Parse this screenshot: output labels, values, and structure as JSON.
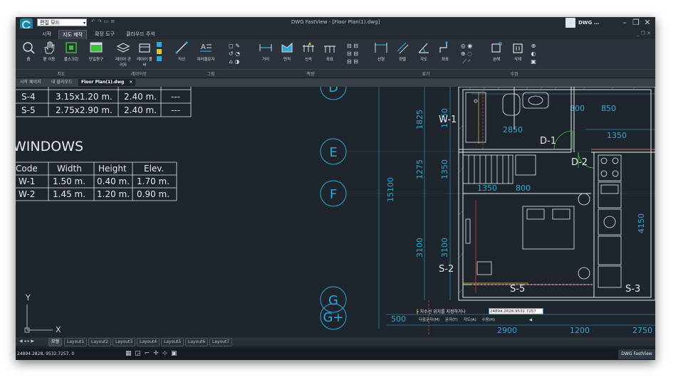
{
  "titlebar": {
    "mode": "편집 모드",
    "window_title": "DWG FastView - [Floor Plan(1).dwg]",
    "user": "DWG ..."
  },
  "menu_tabs": [
    {
      "label": "시작"
    },
    {
      "label": "지도 제작",
      "active": true
    },
    {
      "label": "확장 도구"
    },
    {
      "label": "클라우드 주석"
    }
  ],
  "ribbon": {
    "tools": [
      {
        "label": "줌",
        "icon": "zoom-icon"
      },
      {
        "label": "팬 이동",
        "icon": "pan-hand-icon"
      },
      {
        "label": "풀스크린",
        "icon": "fullscreen-icon"
      },
      {
        "label": "단일창구",
        "icon": "single-window-icon"
      },
      {
        "label": "레이어 관리자",
        "icon": "layer-manager-icon"
      },
      {
        "label": "레이어 툴바",
        "icon": "layer-toolbar-icon"
      },
      {
        "label": "직선",
        "icon": "line-icon"
      },
      {
        "label": "여러줄문자",
        "icon": "mtext-icon"
      },
      {
        "label": "거리",
        "icon": "distance-icon"
      },
      {
        "label": "면적",
        "icon": "area-icon"
      },
      {
        "label": "신속",
        "icon": "quick-dim-icon"
      },
      {
        "label": "좌표",
        "icon": "coordinate-icon"
      },
      {
        "label": "선형",
        "icon": "linear-dim-icon"
      },
      {
        "label": "정렬",
        "icon": "aligned-dim-icon"
      },
      {
        "label": "각도",
        "icon": "angle-dim-icon"
      },
      {
        "label": "좌표",
        "icon": "ordinate-dim-icon"
      },
      {
        "label": "분해",
        "icon": "explode-icon"
      },
      {
        "label": "삭제",
        "icon": "erase-icon"
      }
    ],
    "groups": [
      {
        "label": "지도"
      },
      {
        "label": "레이어로"
      },
      {
        "label": "그림"
      },
      {
        "label": "측량"
      },
      {
        "label": "표기"
      },
      {
        "label": "수정"
      }
    ]
  },
  "doc_tabs": [
    {
      "label": "시작 페이지"
    },
    {
      "label": "내 클라우드"
    },
    {
      "label": "Floor Plan(1).dwg",
      "active": true
    }
  ],
  "drawing": {
    "schedule_rows": [
      {
        "code": "S-4",
        "size": "3.15x1.20 m.",
        "h": "2.40 m.",
        "e": "---"
      },
      {
        "code": "S-5",
        "size": "2.75x2.90 m.",
        "h": "2.40 m.",
        "e": "---"
      }
    ],
    "windows_title": "WINDOWS",
    "windows_header": [
      "Code",
      "Width",
      "Height",
      "Elev."
    ],
    "windows_rows": [
      [
        "W-1",
        "1.50 m.",
        "0.40 m.",
        "1.70 m."
      ],
      [
        "W-2",
        "1.45 m.",
        "1.20 m.",
        "0.90 m."
      ]
    ],
    "grid_bubbles": [
      "D",
      "E",
      "F",
      "G",
      "G+"
    ],
    "dims": {
      "d1825": "1825",
      "d1750": "1750",
      "d1275": "1275",
      "d1350v": "1350",
      "d15100": "15100",
      "d3100a": "3100",
      "d3100b": "3100",
      "d500": "500",
      "d800": "800",
      "d850": "850",
      "d2850": "2850",
      "d1350h": "1350",
      "d1350c": "1350",
      "d800b": "800",
      "d4150": "4150",
      "d2900": "2900",
      "d1200": "1200",
      "d2750": "2750"
    },
    "labels": {
      "w1": "W-1",
      "d1": "D-1",
      "d2": "D-2",
      "s2": "S-2",
      "s5": "S-5",
      "s3": "S-3"
    },
    "ucs": {
      "x": "X",
      "y": "Y"
    }
  },
  "command": {
    "prompt": "치수선 위치를 지정하거나",
    "value": "24894.2828,9532.7257",
    "options": [
      "다중문자(M)",
      "문자(T)",
      "각도(A)",
      "수평(H)"
    ]
  },
  "layout_tabs": [
    {
      "label": "모형",
      "active": true
    },
    {
      "label": "Layout1"
    },
    {
      "label": "Layout2"
    },
    {
      "label": "Layout3"
    },
    {
      "label": "Layout4"
    },
    {
      "label": "Layout5"
    },
    {
      "label": "Layout6"
    },
    {
      "label": "Layout7"
    }
  ],
  "status": {
    "coordinates": "24894.2828, 9532.7257, 0",
    "brand": "DWG FastView"
  },
  "colors": {
    "cad_cyan": "#2ea8d8",
    "cad_white": "#e6e9ec",
    "cad_green": "#3fbf3f",
    "cad_red": "#e0473f",
    "cad_yellow": "#d9c53a"
  }
}
